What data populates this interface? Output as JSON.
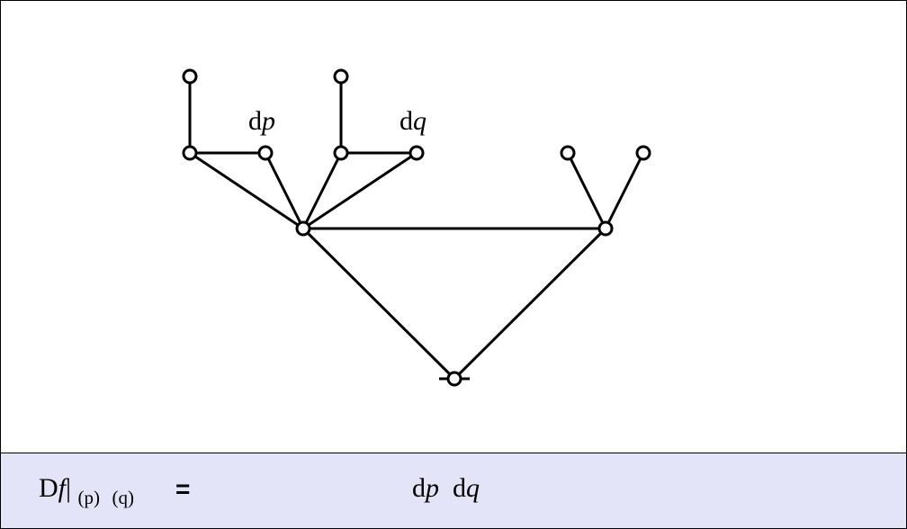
{
  "diagram": {
    "labels": {
      "dp": {
        "d": "d",
        "var": "p"
      },
      "dq": {
        "d": "d",
        "var": "q"
      }
    }
  },
  "formula": {
    "lhs_D": "D",
    "lhs_f": "f",
    "bar": "|",
    "sub1": "(p)",
    "sub2": "(q)",
    "equals": "=",
    "rhs1_d": "d",
    "rhs1_var": "p",
    "rhs2_d": "d",
    "rhs2_var": "q"
  },
  "colors": {
    "formula_background": "#e4e4f8",
    "stroke": "#000000"
  }
}
